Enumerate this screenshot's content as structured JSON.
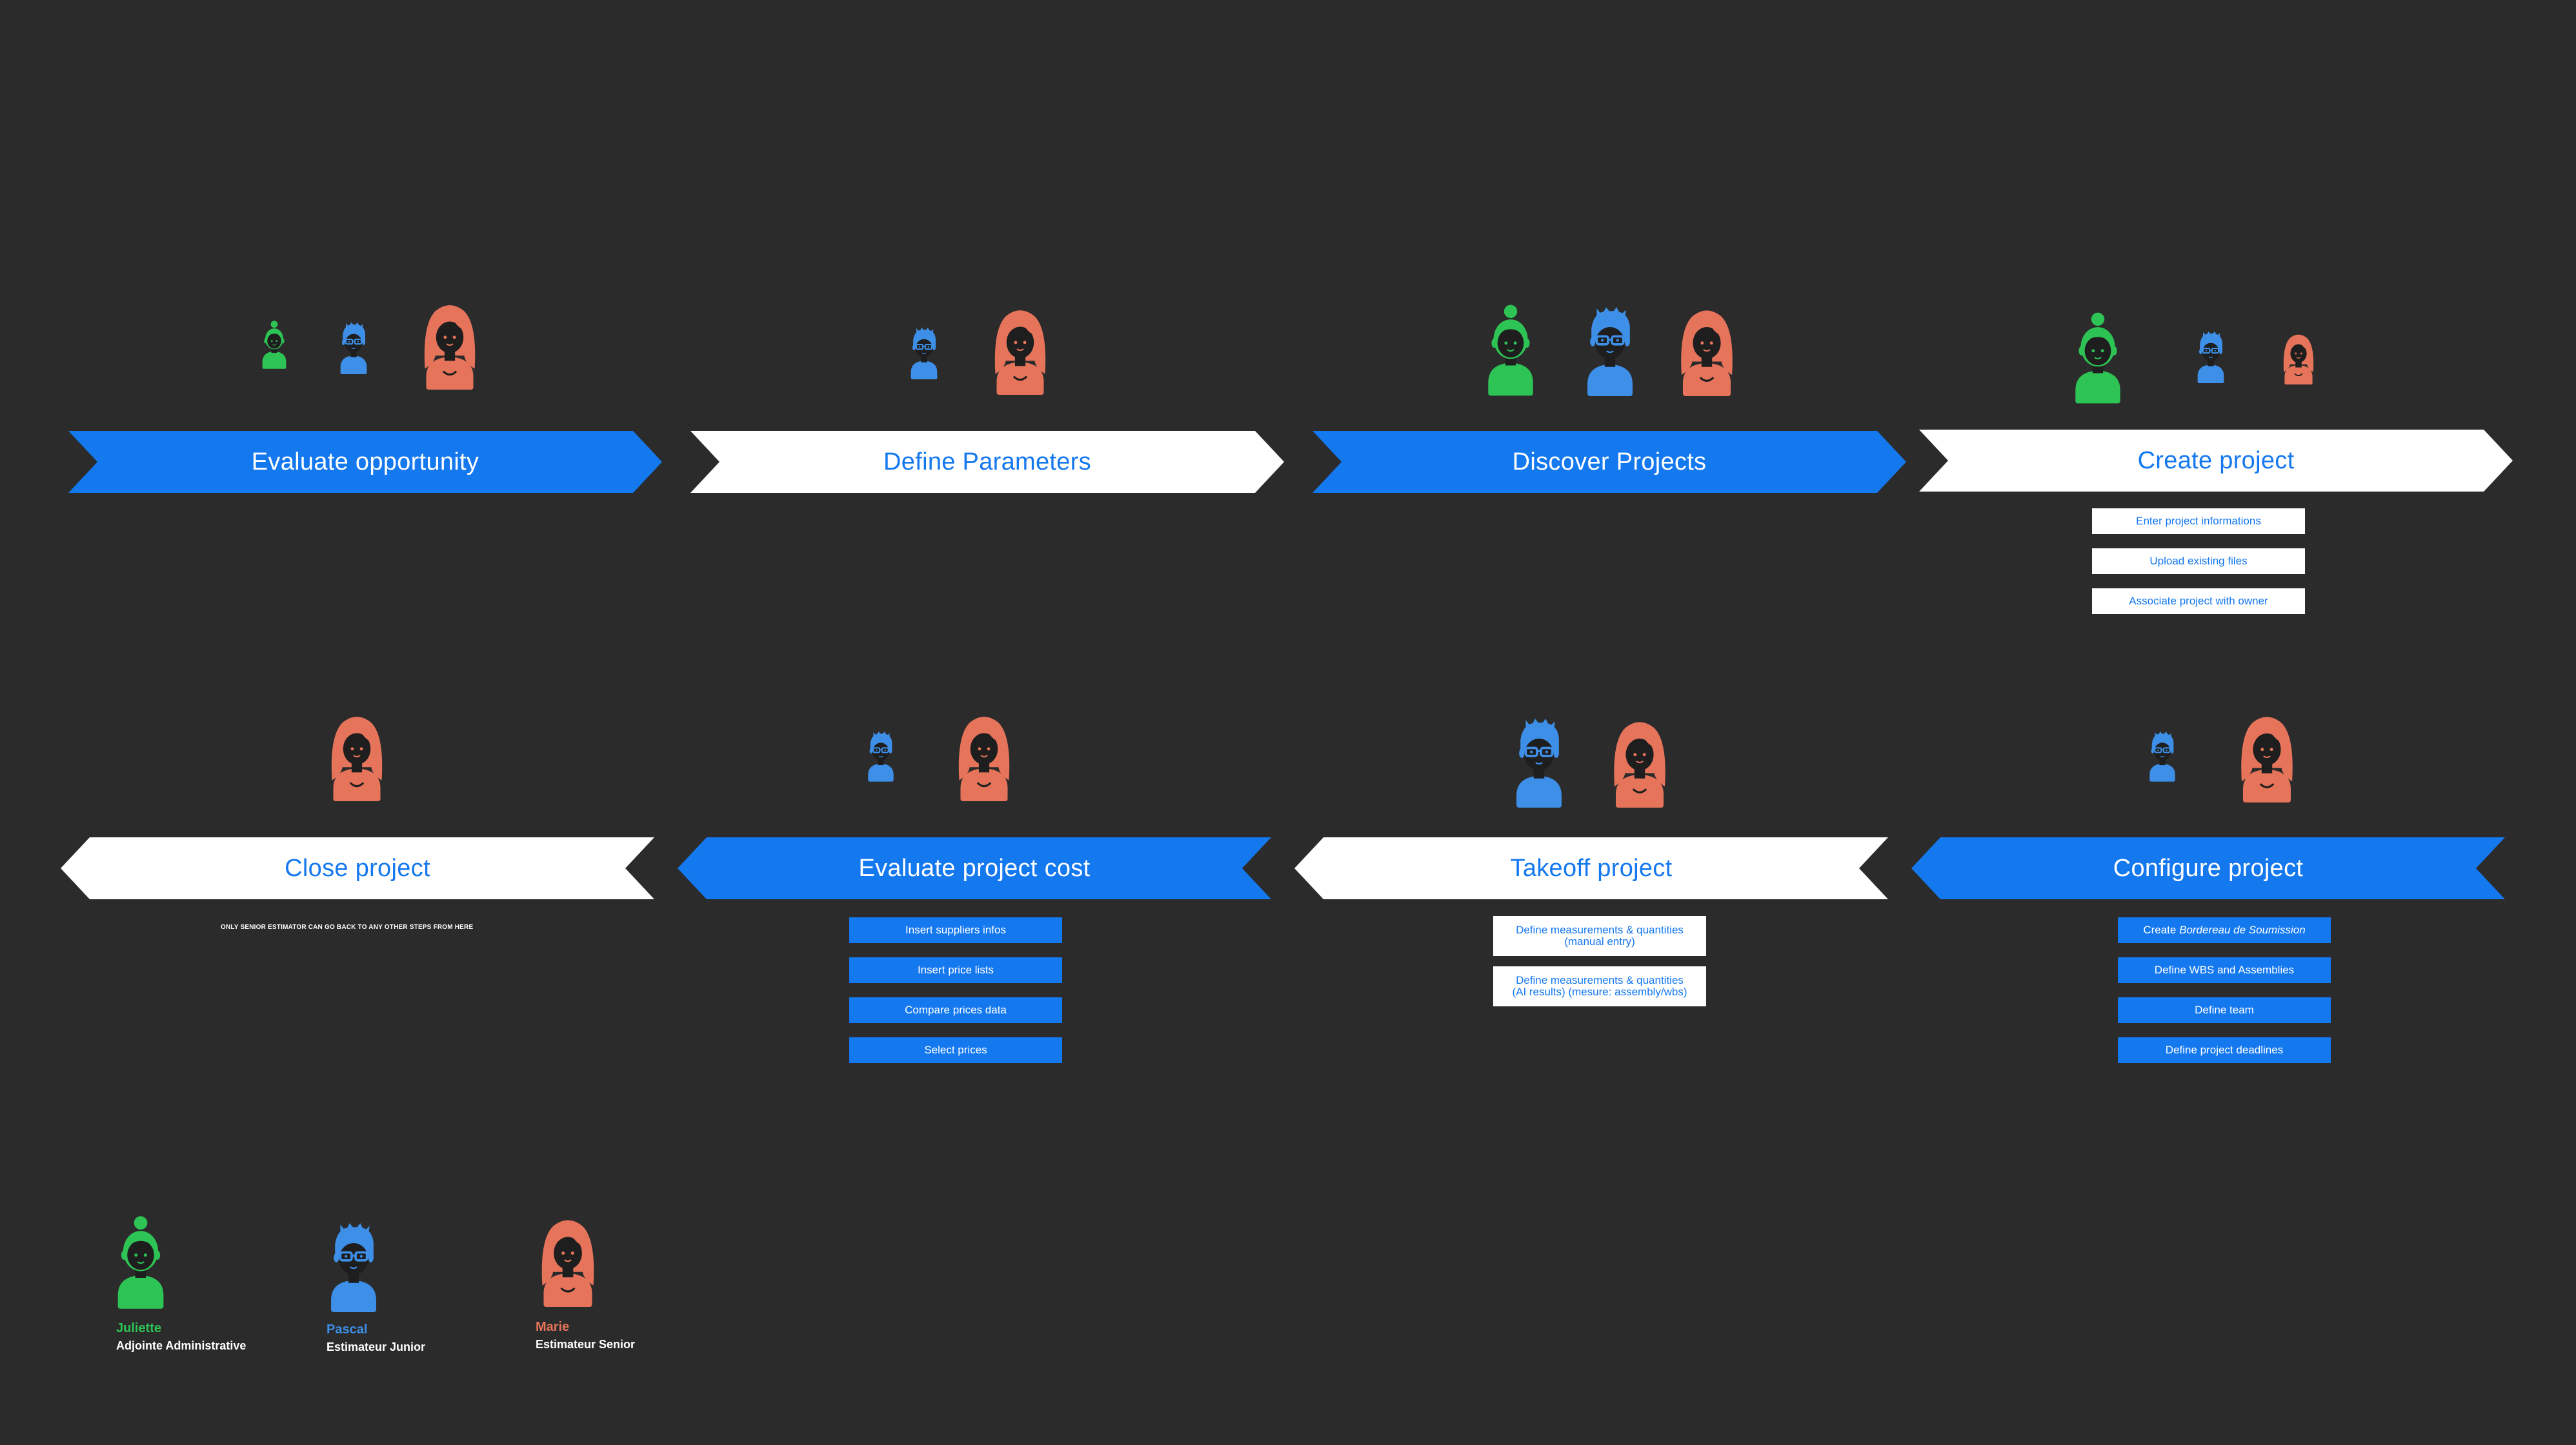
{
  "colors": {
    "background": "#2b2b2b",
    "blue": "#1478ef",
    "white": "#ffffff",
    "green": "#2ec455",
    "persona_blue": "#3d8fe8",
    "orange": "#e6745a"
  },
  "steps": {
    "evaluate_opportunity": "Evaluate opportunity",
    "define_parameters": "Define Parameters",
    "discover_projects": "Discover Projects",
    "create_project": "Create project",
    "close_project": "Close project",
    "evaluate_project_cost": "Evaluate project cost",
    "takeoff_project": "Takeoff project",
    "configure_project": "Configure project"
  },
  "create_project_tasks": [
    "Enter project informations",
    "Upload existing files",
    "Associate project with owner"
  ],
  "close_project_note": "Only senior estimator can go back to any other steps from here",
  "evaluate_cost_tasks": [
    "Insert suppliers infos",
    "Insert price lists",
    "Compare prices data",
    "Select prices"
  ],
  "takeoff_tasks": [
    {
      "line1": "Define measurements & quantities",
      "line2": "(manual entry)"
    },
    {
      "line1": "Define measurements & quantities",
      "line2": "(AI results) (mesure: assembly/wbs)"
    }
  ],
  "configure_tasks": {
    "create_prefix": "Create ",
    "create_italic": "Bordereau de Soumission",
    "items": [
      "Define WBS and Assemblies",
      "Define team",
      "Define project deadlines"
    ]
  },
  "legend": [
    {
      "name": "Juliette",
      "role": "Adjointe Administrative",
      "icon": "female-bun-avatar-icon"
    },
    {
      "name": "Pascal",
      "role": "Estimateur Junior",
      "icon": "male-glasses-avatar-icon"
    },
    {
      "name": "Marie",
      "role": "Estimateur Senior",
      "icon": "female-long-hair-avatar-icon"
    }
  ]
}
